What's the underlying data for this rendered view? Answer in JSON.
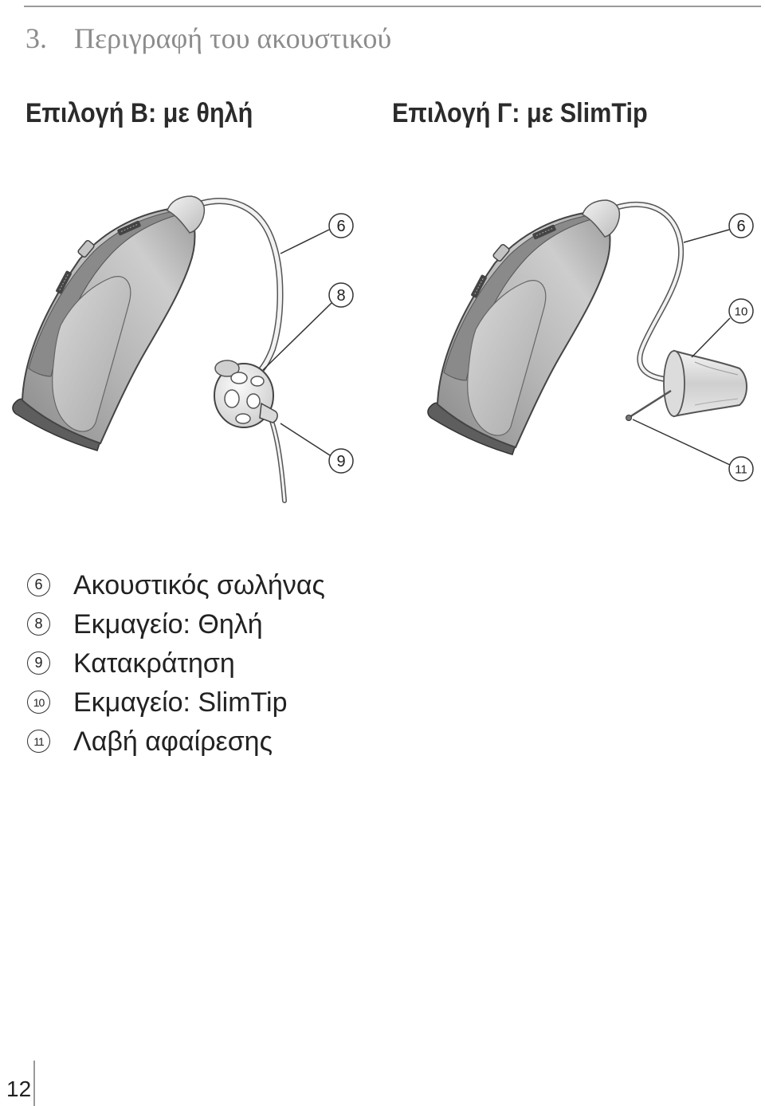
{
  "section": {
    "number": "3.",
    "title": "Περιγραφή του ακουστικού"
  },
  "option_b": {
    "title": "Επιλογή B: με θηλή",
    "callouts": {
      "tube": "6",
      "dome": "8",
      "retention": "9"
    }
  },
  "option_c": {
    "title": "Επιλογή Γ: με SlimTip",
    "callouts": {
      "tube": "6",
      "slimtip": "10",
      "removal_handle": "11"
    }
  },
  "legend": [
    {
      "number": "6",
      "label": "Ακουστικός σωλήνας"
    },
    {
      "number": "8",
      "label": "Εκμαγείο: Θηλή"
    },
    {
      "number": "9",
      "label": "Κατακράτηση"
    },
    {
      "number": "10",
      "label": "Εκμαγείο: SlimTip"
    },
    {
      "number": "11",
      "label": "Λαβή αφαίρεσης"
    }
  ],
  "page_number": "12",
  "colors": {
    "heading": "#8c8c8c",
    "text": "#222222",
    "rule": "#9a9a9a"
  }
}
